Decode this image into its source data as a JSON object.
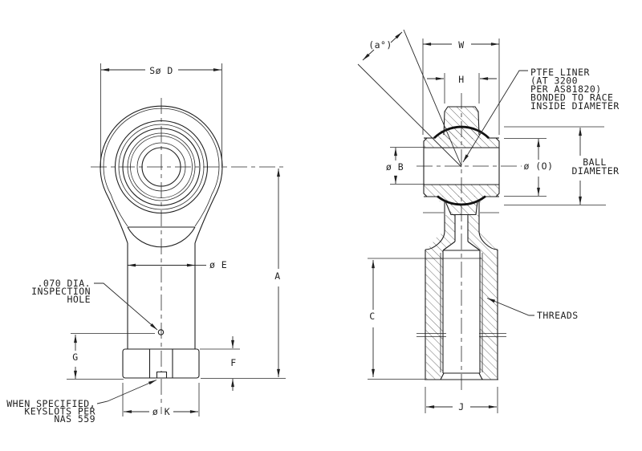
{
  "title": "Rod end bearing engineering drawing (front view and section view)",
  "colors": {
    "background": "#ffffff",
    "line": "#1f1f1f",
    "text": "#1f1f1f"
  },
  "front_view": {
    "dim_spherical_dia": "Sø D",
    "dim_shank_dia": "ø E",
    "dim_overall_length": "A",
    "dim_g": "G",
    "dim_f": "F",
    "dim_hex_flats": "ø K",
    "note_inspection": [
      ".070 DIA.",
      "INSPECTION",
      "HOLE"
    ],
    "note_keyslot": [
      "WHEN SPECIFIED,",
      "KEYSLOTS PER",
      "NAS 559"
    ]
  },
  "section_view": {
    "dim_misalignment_angle": "(a°)",
    "dim_head_width": "W",
    "dim_ball_width": "H",
    "dim_bore": "ø B",
    "dim_race_od": "ø (O)",
    "note_ball_dia": [
      "BALL",
      "DIAMETER"
    ],
    "dim_thread_depth": "C",
    "dim_shank_dia": "J",
    "note_ptfe": [
      "PTFE LINER",
      "(AT 3200",
      "PER AS81820)",
      "BONDED TO RACE",
      "INSIDE DIAMETER"
    ],
    "note_threads": "THREADS"
  }
}
